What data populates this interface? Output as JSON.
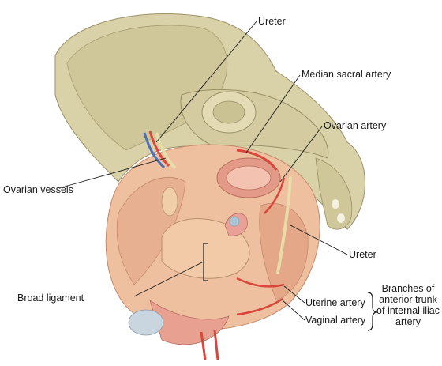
{
  "labels": {
    "ureter_top": "Ureter",
    "median_sacral_artery": "Median sacral artery",
    "ovarian_artery": "Ovarian artery",
    "ovarian_vessels": "Ovarian vessels",
    "ureter_right": "Ureter",
    "broad_ligament": "Broad ligament",
    "uterine_artery": "Uterine artery",
    "vaginal_artery": "Vaginal artery",
    "branches_group": "Branches of anterior trunk of internal iliac artery"
  },
  "colors": {
    "bone": "#d9d2a8",
    "bone_shadow": "#b8ae7e",
    "peritoneum": "#eec0a0",
    "peritoneum_dark": "#d9987a",
    "artery": "#d9463c",
    "vein": "#4a6fb5",
    "ureter": "#e8dca8",
    "leader": "#1a1a1a"
  }
}
